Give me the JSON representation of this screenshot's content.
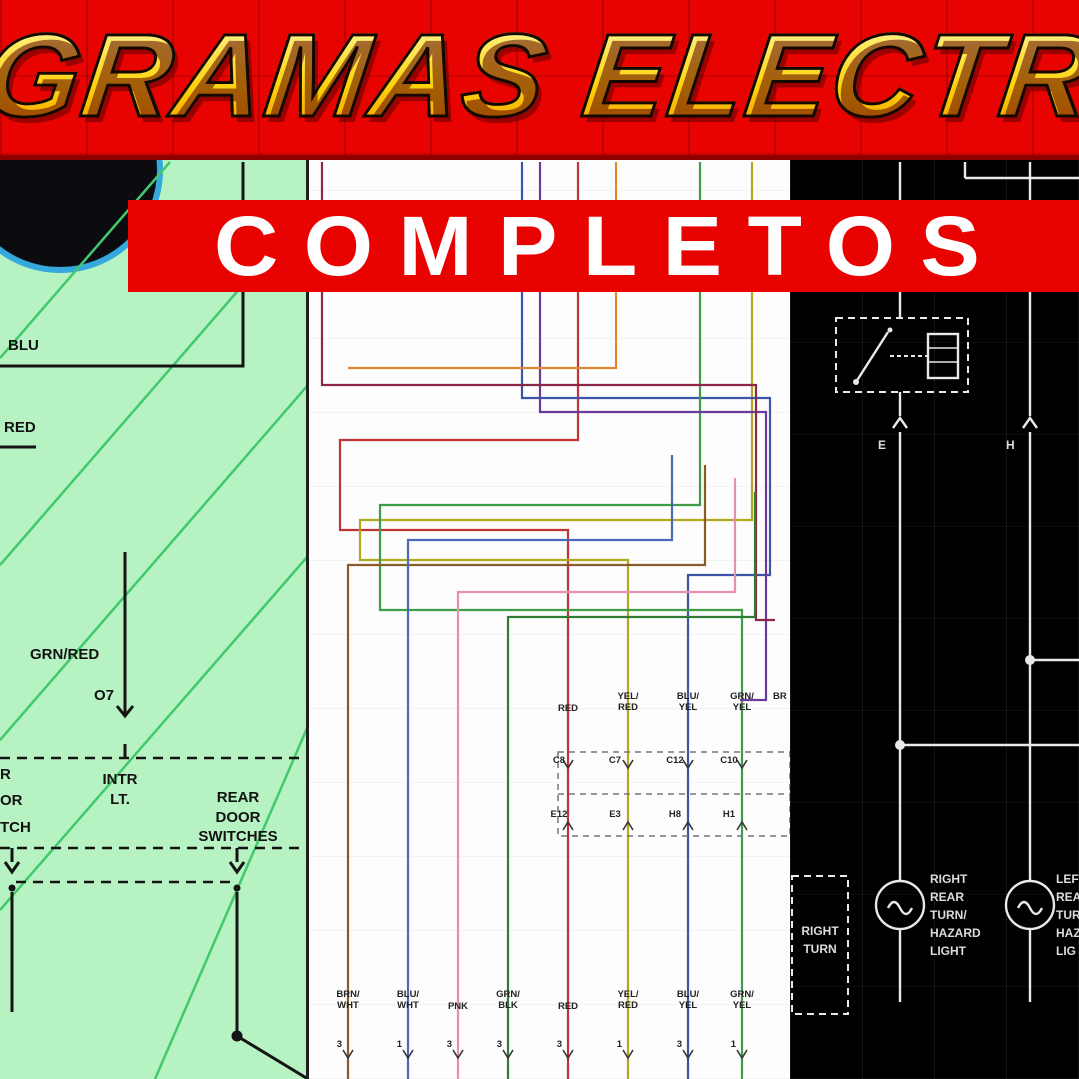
{
  "banner": {
    "title": "GRAMAS ELECTRIC",
    "subtitle": "COMPLETOS"
  },
  "colors": {
    "banner_red": "#e80300",
    "title_yellow": "#ffd20a",
    "title_outline": "#140800",
    "subtitle_white": "#ffffff",
    "left_bg": "#b7f2c3",
    "diagonal_green": "#41c96b",
    "wire_black": "#141414",
    "panel_black": "#000000",
    "wire_white": "#e9e9e9",
    "circle_blue": "#35a8de",
    "wire_red": "#c03434",
    "wire_maroon": "#8d2747",
    "wire_purple": "#6a3b9c",
    "wire_blue": "#3b55a8",
    "wire_green": "#3f9d45",
    "wire_olive": "#b0a820",
    "wire_orange": "#e08830",
    "wire_brown": "#8a5a28",
    "wire_pink": "#e78fb0",
    "wire_bluewhite": "#4a6ab8",
    "wire_greenblack": "#2f7d35"
  },
  "left_panel": {
    "labels": {
      "blu": "BLU",
      "red": "RED",
      "grn_red": "GRN/RED",
      "o7": "O7",
      "intr_lt": "INTR\nLT.",
      "rear_door_switches": "REAR\nDOOR\nSWITCHES",
      "clipped_switch": "R\nOR\nTCH"
    }
  },
  "middle_panel": {
    "top_labels": [
      "RED",
      "YEL/\nRED",
      "BLU/\nYEL",
      "GRN/\nYEL",
      "BR"
    ],
    "conn_top": [
      "C8",
      "C7",
      "C12",
      "C10"
    ],
    "conn_bottom": [
      "E12",
      "E3",
      "H8",
      "H1"
    ],
    "bottom_labels": [
      "BRN/\nWHT",
      "BLU/\nWHT",
      "PNK",
      "GRN/\nBLK",
      "RED",
      "YEL/\nRED",
      "BLU/\nYEL",
      "GRN/\nYEL"
    ],
    "pins": [
      "3",
      "1",
      "3",
      "3",
      "3",
      "1",
      "3",
      "1"
    ]
  },
  "right_panel": {
    "conn_e": "E",
    "conn_h": "H",
    "lamp_right": "RIGHT\nREAR\nTURN/\nHAZARD\nLIGHT",
    "lamp_left_clipped": "LEF\nREA\nTUR\nHAZ\nLIG",
    "dashed_box": "RIGHT\nTURN"
  }
}
